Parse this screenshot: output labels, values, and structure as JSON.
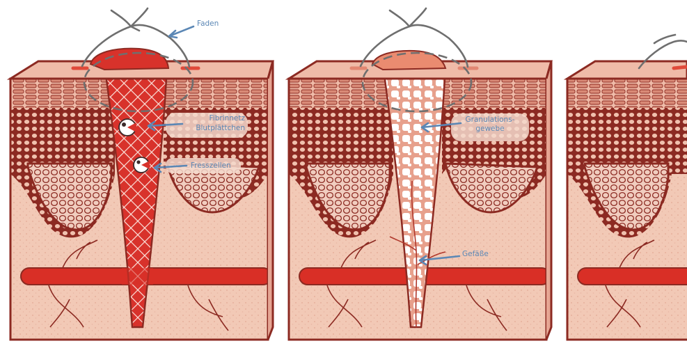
{
  "labels": {
    "faden": "Faden",
    "fibrinnetz": "Fibrinnetz",
    "blutplaettchen": "Blutplättchen",
    "fresszellen": "Fresszellen",
    "granulations_1": "Granulations-",
    "granulations_2": "gewebe",
    "gefaesse": "Gefäße"
  },
  "colors": {
    "skin_light": "#f2c9b6",
    "skin_mid": "#e6a593",
    "outline": "#8c2a22",
    "blood_red": "#d8322b",
    "vessel": "#d92f26",
    "annotation_blue": "#5b87b5",
    "suture_gray": "#6f6f6f",
    "label_bg": "#f4d9cc"
  },
  "icons": [
    "suture-thread-icon",
    "arrow-icon",
    "platelet-icon",
    "phagocyte-icon"
  ]
}
